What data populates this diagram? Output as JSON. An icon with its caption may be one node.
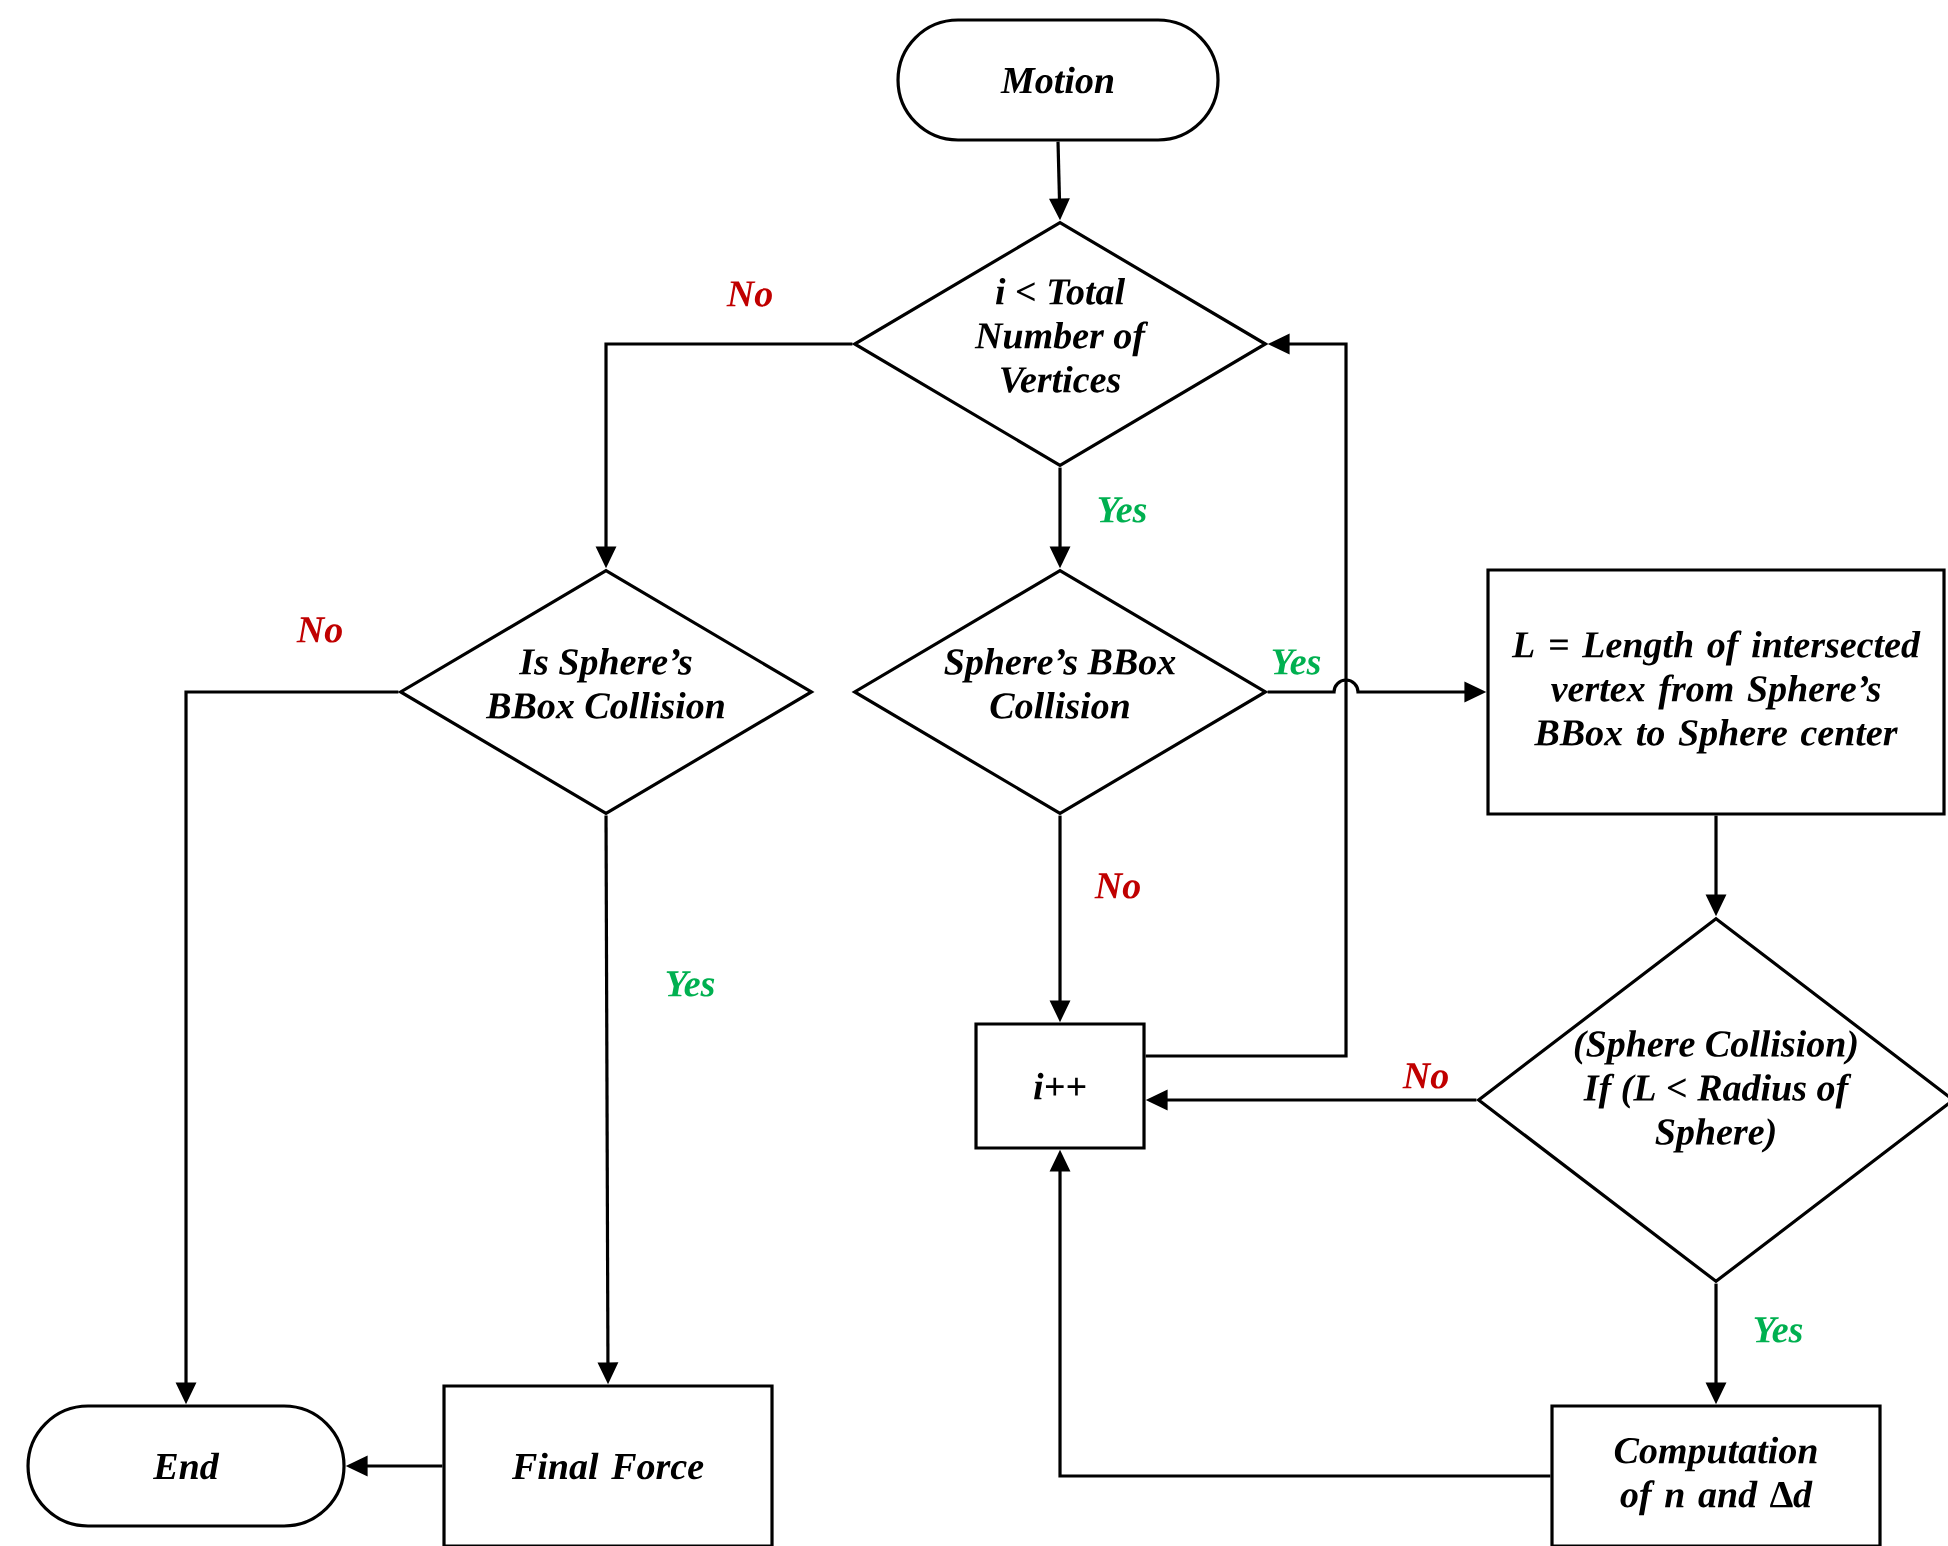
{
  "diagram": {
    "nodes": [
      {
        "text": [
          "Motion"
        ]
      },
      {
        "text": [
          "i < Total Number of Vertices"
        ]
      },
      {
        "text": [
          "Is Sphere’s BBox Collision"
        ]
      },
      {
        "text": [
          "Sphere’s BBox Collision"
        ]
      },
      {
        "text": [
          "L = Length of intersected vertex from Sphere’s BBox to Sphere center"
        ]
      },
      {
        "text": [
          "i++"
        ]
      },
      {
        "text": [
          "(Sphere Collision) If (L < Radius of Sphere)"
        ]
      },
      {
        "text": [
          "End"
        ]
      },
      {
        "text": [
          "Final Force"
        ]
      },
      {
        "text": [
          "Computation of n and ∆d"
        ]
      }
    ],
    "edges": [
      {
        "from": 0,
        "to": 1,
        "arrow": "to"
      },
      {
        "from": 1,
        "to": 2,
        "arrow": "to",
        "label": "No"
      },
      {
        "from": 1,
        "to": 3,
        "arrow": "to",
        "label": "Yes"
      },
      {
        "from": 2,
        "to": 7,
        "arrow": "to",
        "label": "No"
      },
      {
        "from": 2,
        "to": 8,
        "arrow": "to",
        "label": "Yes"
      },
      {
        "from": 3,
        "to": 4,
        "arrow": "to",
        "label": "Yes"
      },
      {
        "from": 3,
        "to": 5,
        "arrow": "to",
        "label": "No"
      },
      {
        "from": 5,
        "to": 1,
        "arrow": "to"
      },
      {
        "from": 4,
        "to": 6,
        "arrow": "to"
      },
      {
        "from": 6,
        "to": 5,
        "arrow": "to",
        "label": "No"
      },
      {
        "from": 6,
        "to": 9,
        "arrow": "to",
        "label": "Yes"
      },
      {
        "from": 9,
        "to": 5,
        "arrow": "to"
      },
      {
        "from": 8,
        "to": 7,
        "arrow": "to"
      }
    ]
  }
}
